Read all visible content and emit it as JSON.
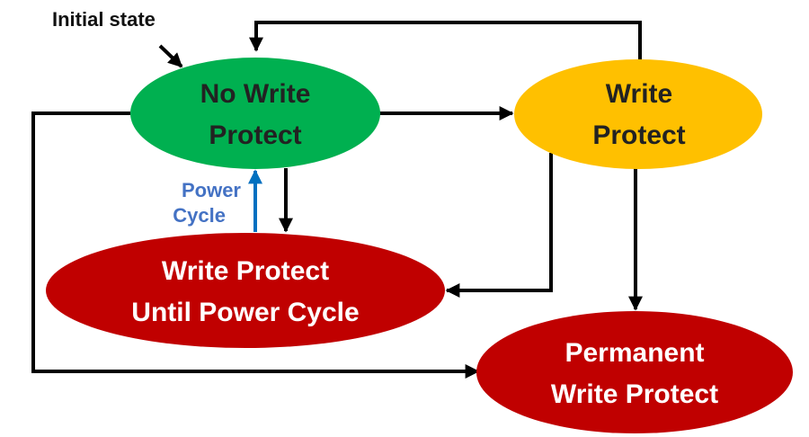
{
  "initial_label": "Initial state",
  "power_cycle_label": {
    "line1": "Power",
    "line2": "Cycle"
  },
  "states": {
    "no_write_protect": {
      "line1": "No Write",
      "line2": "Protect",
      "fill": "#00B050",
      "text_color": "#222222"
    },
    "write_protect": {
      "line1": "Write",
      "line2": "Protect",
      "fill": "#FFC000",
      "text_color": "#222222"
    },
    "write_protect_until_power_cycle": {
      "line1": "Write Protect",
      "line2": "Until Power Cycle",
      "fill": "#C00000",
      "text_color": "#FFFFFF"
    },
    "permanent_write_protect": {
      "line1": "Permanent",
      "line2": "Write Protect",
      "fill": "#C00000",
      "text_color": "#FFFFFF"
    }
  },
  "colors": {
    "arrow": "#000000",
    "power_cycle_arrow": "#0070C0",
    "power_cycle_text": "#4472C4"
  }
}
